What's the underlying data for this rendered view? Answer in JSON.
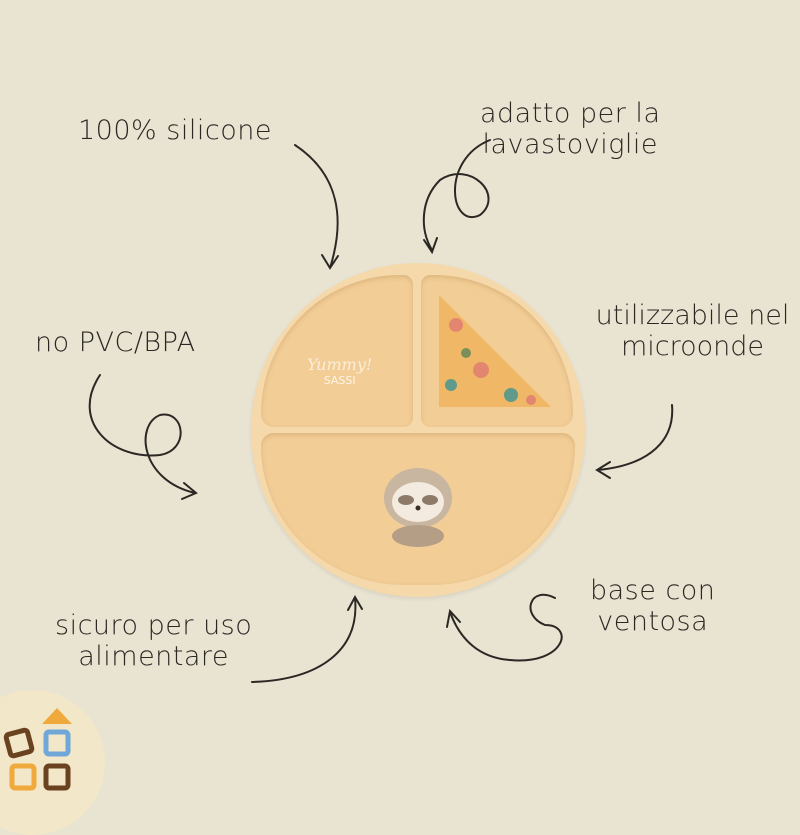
{
  "features": {
    "silicone": "100% silicone",
    "dishwasher_line1": "adatto per la",
    "dishwasher_line2": "lavastoviglie",
    "no_pvc": "no PVC/BPA",
    "microwave_line1": "utilizzabile nel",
    "microwave_line2": "microonde",
    "food_safe_line1": "sicuro per uso",
    "food_safe_line2": "alimentare",
    "suction_line1": "base con",
    "suction_line2": "ventosa"
  },
  "plate": {
    "script_text": "Yummy!",
    "brand": "SASSI"
  },
  "colors": {
    "background": "#e9e3d2",
    "plate": "#f6d9ab",
    "section": "#f2cd96"
  }
}
